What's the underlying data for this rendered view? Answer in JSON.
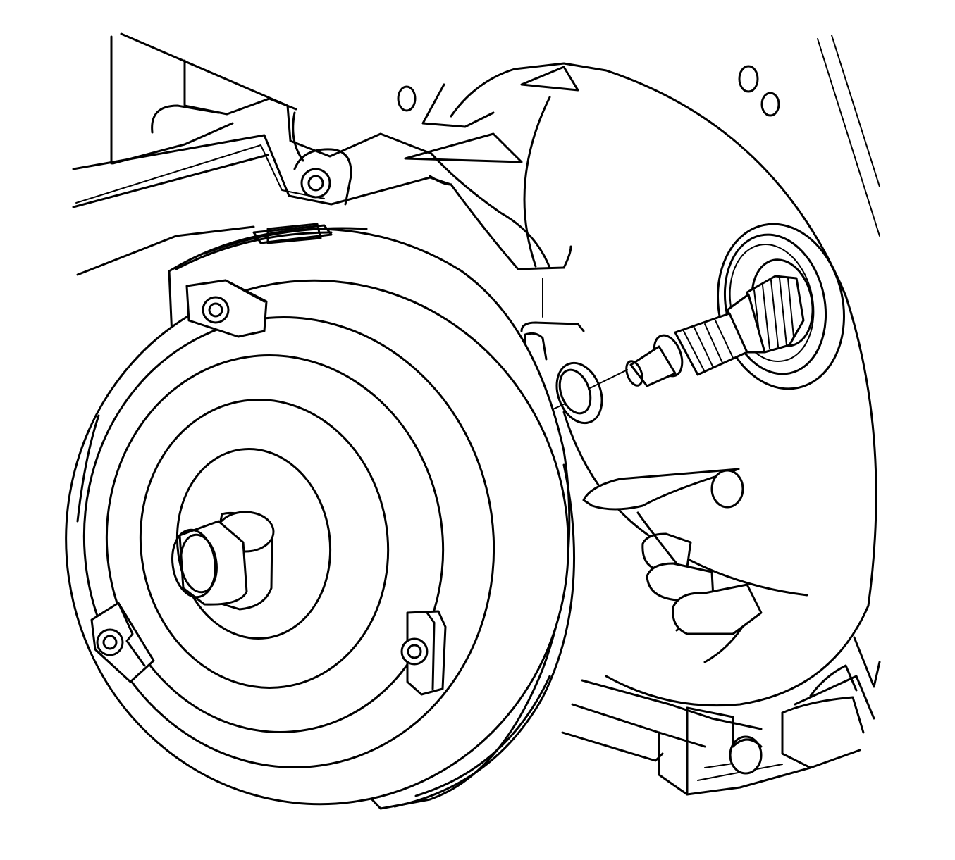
{
  "figure": {
    "style": "black line-art technical illustration",
    "colors": {
      "line": "#000000",
      "background": "#ffffff"
    },
    "parts": [
      "transmission-case",
      "bell-housing",
      "torque-converter",
      "converter-hub",
      "mounting-lug",
      "input-shaft",
      "seal-ring",
      "hand"
    ]
  }
}
